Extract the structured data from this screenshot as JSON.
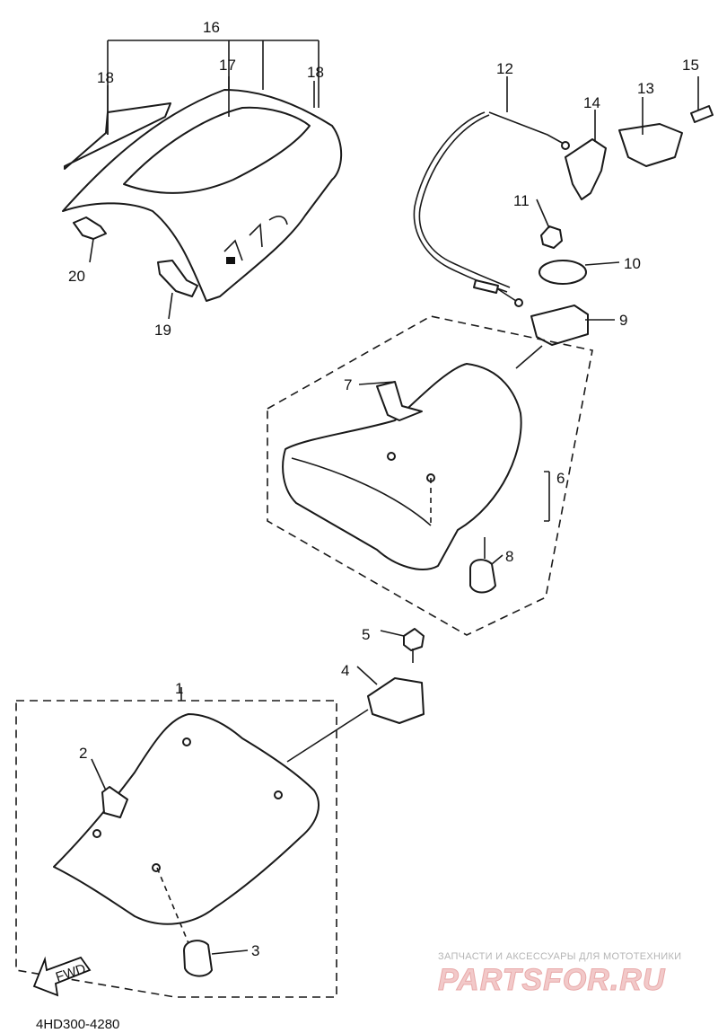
{
  "diagram": {
    "code": "4HD300-4280",
    "fwd_label": "FWD",
    "watermark": {
      "tagline": "ЗАПЧАСТИ И АКСЕССУАРЫ ДЛЯ МОТОТЕХНИКИ",
      "brand": "PARTSFOR.RU"
    },
    "callouts": [
      "1",
      "2",
      "3",
      "4",
      "5",
      "6",
      "7",
      "8",
      "9",
      "10",
      "11",
      "12",
      "13",
      "14",
      "15",
      "16",
      "17",
      "18",
      "18",
      "19",
      "20"
    ]
  }
}
